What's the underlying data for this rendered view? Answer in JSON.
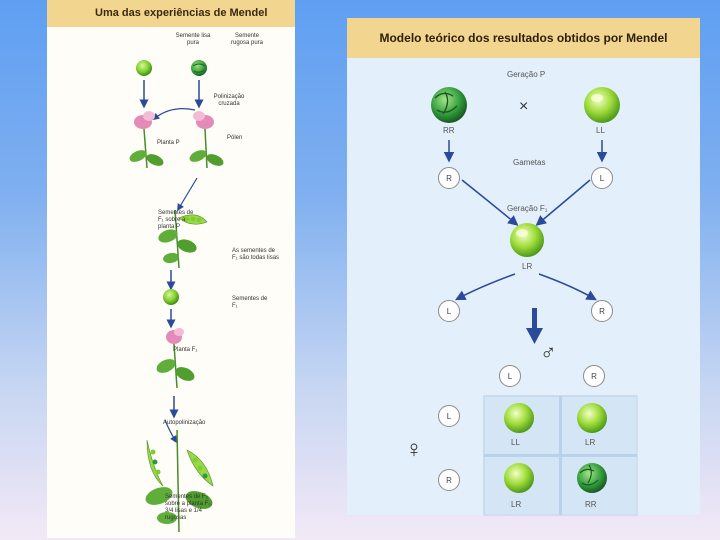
{
  "left": {
    "title": "Uma das experiências de Mendel",
    "seed_smooth": "Semente lisa pura",
    "seed_wrinkled": "Semente rugosa pura",
    "cross_pollination": "Polinização cruzada",
    "pollen": "Pólen",
    "plant_p": "Planta P",
    "f1_seeds_on_p": "Sementes de F₁ sobre a planta P",
    "all_smooth": "As sementes de F₁ são todas lisas",
    "f1_seeds": "Sementes de F₁",
    "plant_f1": "Planta F₁",
    "self_pollination": "Autopolinização",
    "f2_seeds": "Sementes de F₂ sobre a planta F₁: 3/4 lisas e 1/4 rugosas"
  },
  "right": {
    "title": "Modelo teórico dos resultados obtidos por Mendel",
    "gen_p": "Geração P",
    "cross_symbol": "×",
    "rr": "RR",
    "ll": "LL",
    "gametes": "Gametas",
    "g_r": "R",
    "g_l": "L",
    "gen_f1": "Geração F₁",
    "lr": "LR",
    "f1_g_l": "L",
    "f1_g_r": "R",
    "male_symbol": "♂",
    "female_symbol": "♀",
    "male_l": "L",
    "male_r": "R",
    "female_l": "L",
    "female_r": "R",
    "grid": [
      "LL",
      "LR",
      "LR",
      "RR"
    ]
  },
  "colors": {
    "banner": "#f2d58f",
    "pea_green": "#8fd43a",
    "wrinkled_green": "#2f9a3a",
    "arrow_blue": "#2a4a9a",
    "flower_pink": "#e48ab6"
  }
}
